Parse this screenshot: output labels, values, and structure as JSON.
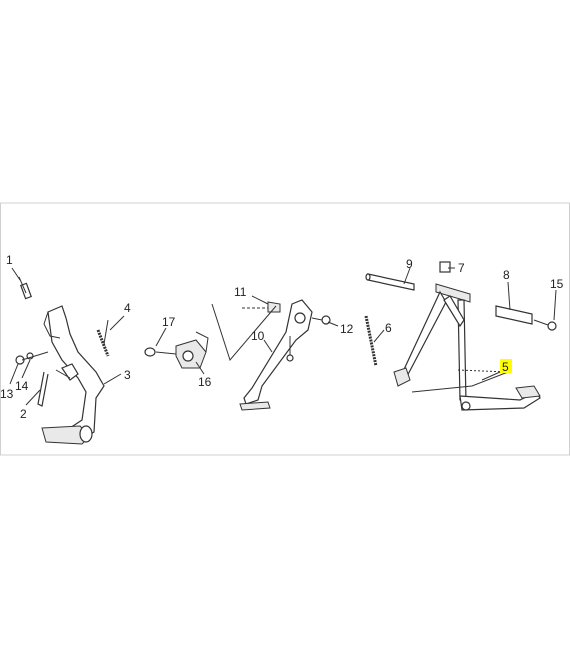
{
  "callouts": [
    {
      "key": "p1",
      "label": "1"
    },
    {
      "key": "p2",
      "label": "2"
    },
    {
      "key": "p3",
      "label": "3"
    },
    {
      "key": "p4",
      "label": "4"
    },
    {
      "key": "p5",
      "label": "5",
      "highlighted": true
    },
    {
      "key": "p6",
      "label": "6"
    },
    {
      "key": "p7",
      "label": "7"
    },
    {
      "key": "p8",
      "label": "8"
    },
    {
      "key": "p9",
      "label": "9"
    },
    {
      "key": "p10",
      "label": "10"
    },
    {
      "key": "p11",
      "label": "11"
    },
    {
      "key": "p12",
      "label": "12"
    },
    {
      "key": "p13",
      "label": "13"
    },
    {
      "key": "p14",
      "label": "14"
    },
    {
      "key": "p15",
      "label": "15"
    },
    {
      "key": "p16",
      "label": "16"
    },
    {
      "key": "p17",
      "label": "17"
    }
  ],
  "colors": {
    "highlight": "#ffff00",
    "line": "#333333",
    "frame": "#d0d0d0"
  }
}
